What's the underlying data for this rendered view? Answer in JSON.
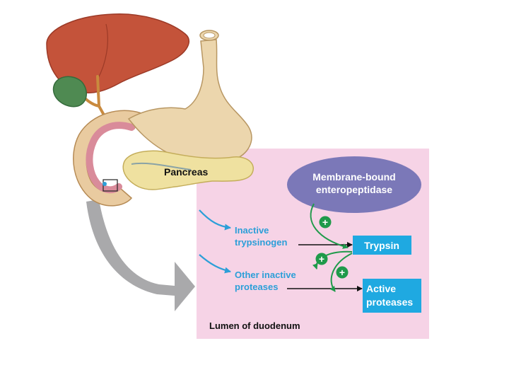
{
  "labels": {
    "pancreas": "Pancreas",
    "membrane_enzyme_line1": "Membrane-bound",
    "membrane_enzyme_line2": "enteropeptidase",
    "inactive_trypsinogen_line1": "Inactive",
    "inactive_trypsinogen_line2": "trypsinogen",
    "other_inactive_line1": "Other inactive",
    "other_inactive_line2": "proteases",
    "trypsin": "Trypsin",
    "active_proteases_line1": "Active",
    "active_proteases_line2": "proteases",
    "lumen": "Lumen of duodenum",
    "plus": "+"
  },
  "colors": {
    "panel_bg": "#f6d3e6",
    "enzyme_oval": "#7b78b8",
    "product_box": "#1fa9e1",
    "arrow_blue": "#2c9fd8",
    "plus_green": "#1f9a4a",
    "liver": "#c4533a",
    "gallbladder": "#4f8a52",
    "stomach": "#ecd6ad",
    "pancreas": "#efe1a0",
    "pointer_gray": "#a9a9ab"
  },
  "icons": {
    "liver": "liver-illustration",
    "gallbladder": "gallbladder-illustration",
    "stomach": "stomach-illustration",
    "duodenum": "duodenum-illustration",
    "pancreas": "pancreas-illustration",
    "pointer": "curved-pointer-arrow"
  }
}
